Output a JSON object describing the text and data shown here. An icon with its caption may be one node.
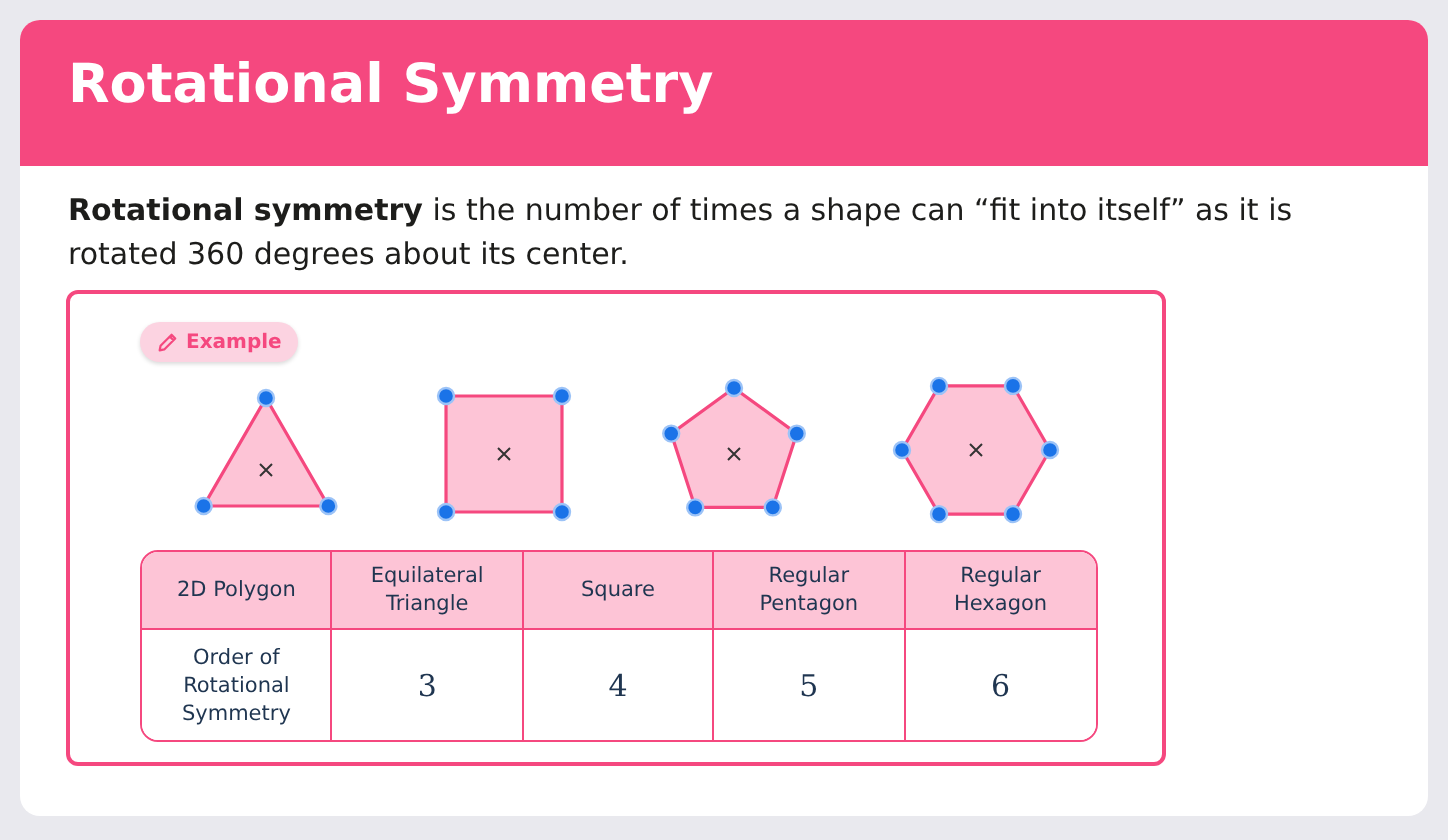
{
  "diagram": {
    "title": "Rotational Symmetry",
    "labels": [
      "**Rotational symmetry** is the number of times a shape can “fit into itself” as it is rotated 360 degrees about its center.",
      "Example",
      "2D Polygon",
      "Equilateral Triangle",
      "Square",
      "Regular Pentagon",
      "Regular Hexagon",
      "Order of Rotational Symmetry",
      "3",
      "4",
      "5",
      "6"
    ]
  }
}
